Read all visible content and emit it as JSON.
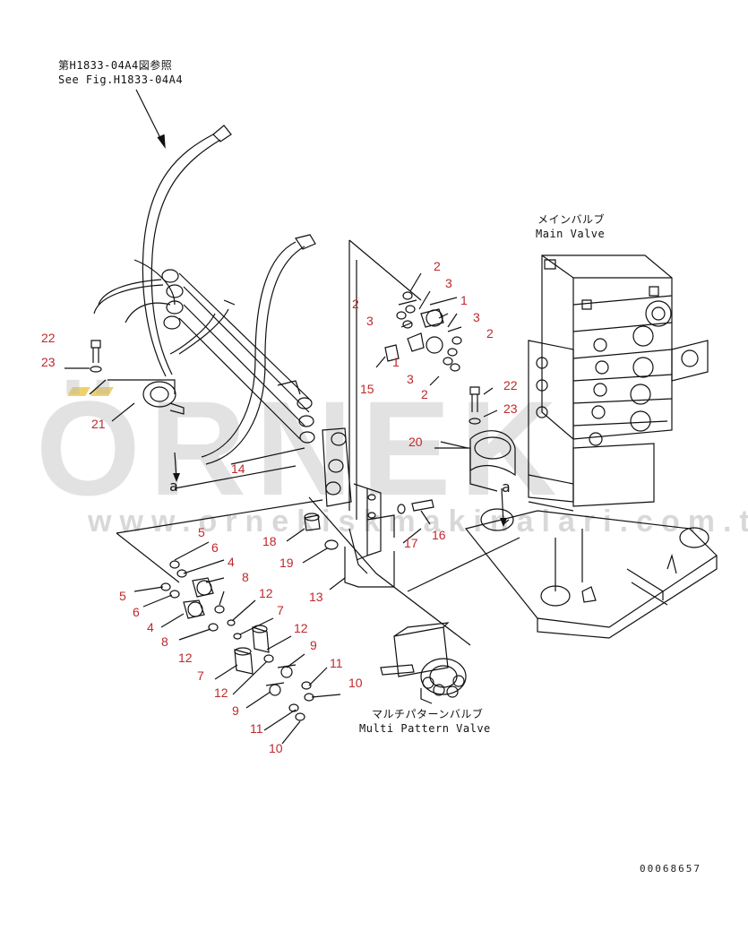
{
  "refs": {
    "hose_ref_jp": "第H1833-04A4図参照",
    "hose_ref_en": "See Fig.H1833-04A4"
  },
  "valves": {
    "main_jp": "メインバルブ",
    "main_en": "Main Valve",
    "multi_jp": "マルチパターンバルブ",
    "multi_en": "Multi Pattern Valve"
  },
  "watermark": {
    "brand": "ÖRNEK",
    "url": "www.ornekiskmakinalari.com.tr",
    "color": "#b9b9b9",
    "accent": "#e9c23b"
  },
  "part_callouts": {
    "n22a": "22",
    "n23a": "23",
    "n21": "21",
    "n14": "14",
    "a1": "a",
    "a2": "a",
    "n2a": "2",
    "n3a": "3",
    "n1a": "1",
    "n2b": "2",
    "n3b": "3",
    "n3c": "3",
    "n2c": "2",
    "n1b": "1",
    "n15": "15",
    "n3d": "3",
    "n2d": "2",
    "n22b": "22",
    "n23b": "23",
    "n20": "20",
    "n18": "18",
    "n19": "19",
    "n17": "17",
    "n16": "16",
    "n13": "13",
    "n5a": "5",
    "n6a": "6",
    "n4a": "4",
    "n8a": "8",
    "n5b": "5",
    "n6b": "6",
    "n4b": "4",
    "n12a": "12",
    "n8b": "8",
    "n7a": "7",
    "n12b": "12",
    "n12c": "12",
    "n9a": "9",
    "n7b": "7",
    "n11a": "11",
    "n12d": "12",
    "n10a": "10",
    "n9b": "9",
    "n11b": "11",
    "n10b": "10"
  },
  "drawing_number": "00068657",
  "colors": {
    "callout": "#c0282d",
    "line": "#111111"
  }
}
